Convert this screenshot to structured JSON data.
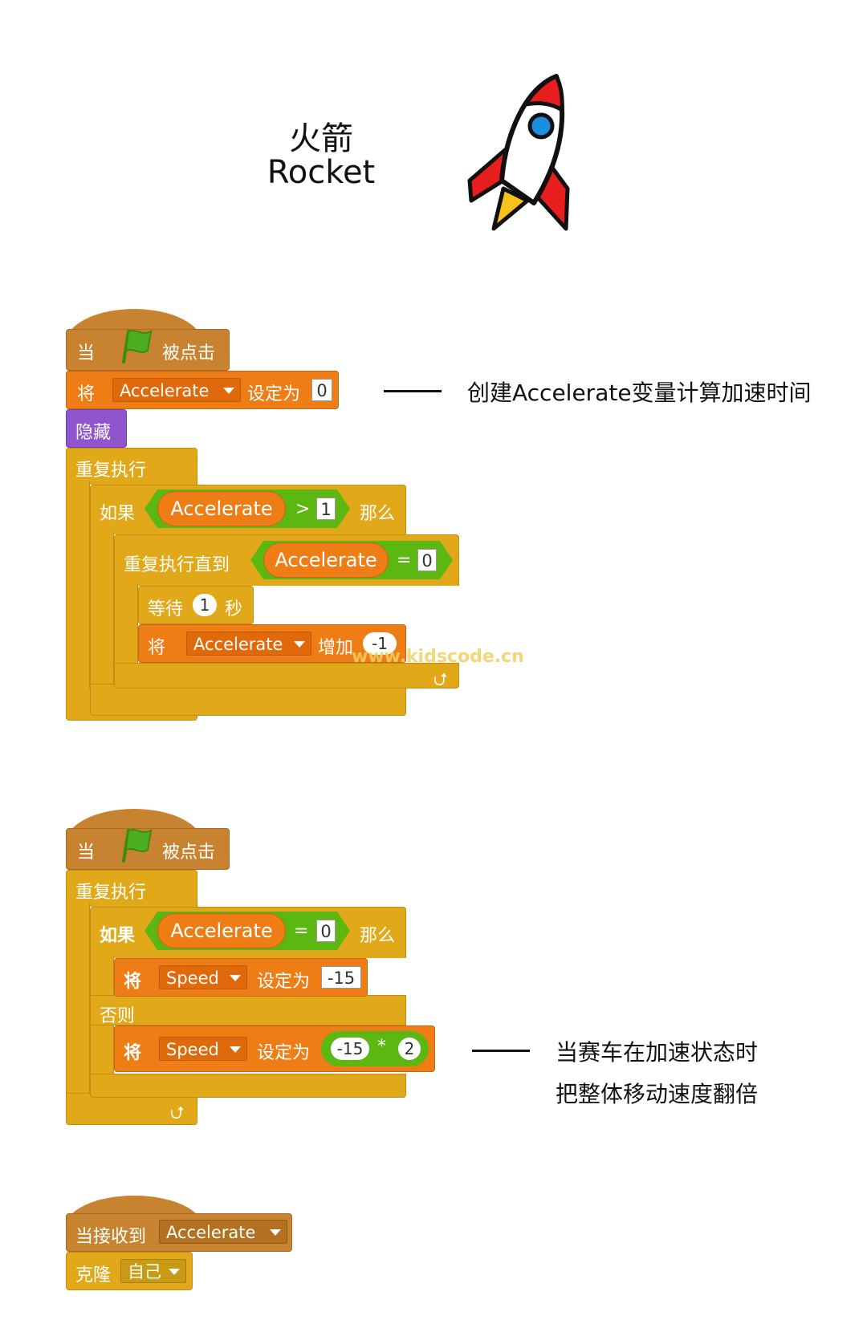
{
  "header": {
    "title_zh": "火箭",
    "title_en": "Rocket"
  },
  "annotations": {
    "a1": "创建Accelerate变量计算加速时间",
    "a2_line1": "当赛车在加速状态时",
    "a2_line2": "把整体移动速度翻倍"
  },
  "watermark": "www.kidscode.cn",
  "script1": {
    "hat_when": "当",
    "hat_clicked": "被点击",
    "set_label": "将",
    "set_var": "Accelerate",
    "set_to": "设定为",
    "set_value": "0",
    "hide": "隐藏",
    "forever": "重复执行",
    "if": "如果",
    "cond_var": "Accelerate",
    "cond_op": ">",
    "cond_value": "1",
    "then": "那么",
    "repeat_until": "重复执行直到",
    "until_var": "Accelerate",
    "until_op": "=",
    "until_value": "0",
    "wait": "等待",
    "wait_value": "1",
    "wait_unit": "秒",
    "change_label": "将",
    "change_var": "Accelerate",
    "change_by": "增加",
    "change_value": "-1"
  },
  "script2": {
    "hat_when": "当",
    "hat_clicked": "被点击",
    "forever": "重复执行",
    "if": "如果",
    "cond_var": "Accelerate",
    "cond_op": "=",
    "cond_value": "0",
    "then": "那么",
    "set1_label": "将",
    "set1_var": "Speed",
    "set1_to": "设定为",
    "set1_value": "-15",
    "else": "否则",
    "set2_label": "将",
    "set2_var": "Speed",
    "set2_to": "设定为",
    "mul_a": "-15",
    "mul_op": "*",
    "mul_b": "2"
  },
  "script3": {
    "when_receive": "当接收到",
    "message": "Accelerate",
    "clone": "克隆",
    "clone_target": "自己"
  },
  "icons": {
    "flag": "green-flag-icon",
    "rocket": "rocket-icon",
    "loop": "loop-arrow-icon"
  },
  "colors": {
    "events": "#c88330",
    "control": "#e1a91a",
    "data": "#ee7d16",
    "looks": "#8e55cf",
    "operators": "#5cb712"
  }
}
